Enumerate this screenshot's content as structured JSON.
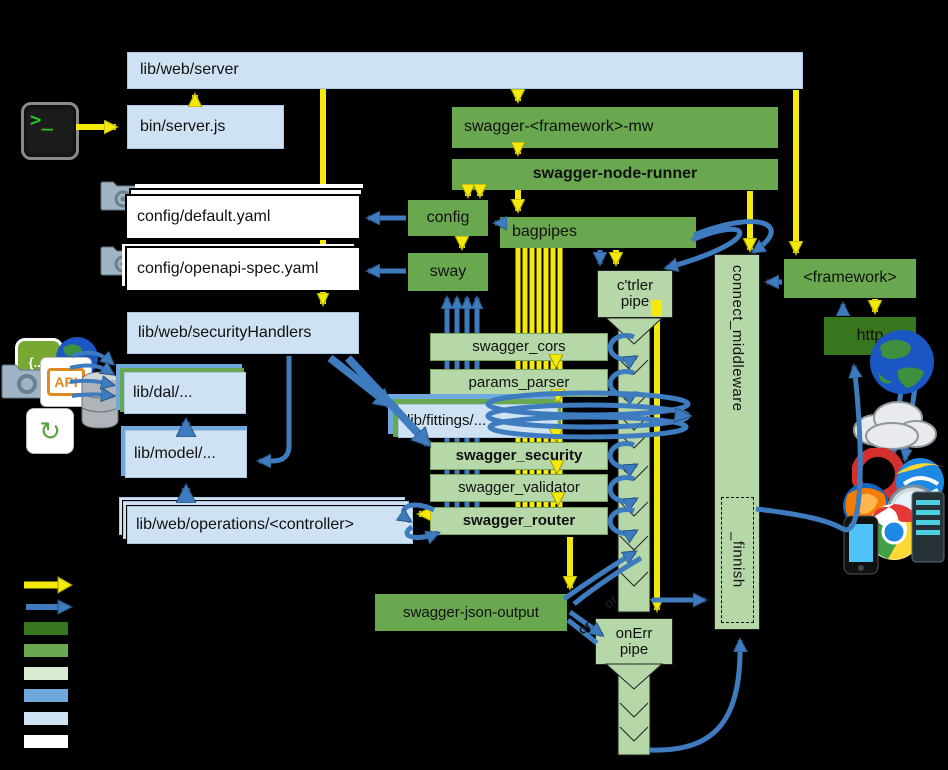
{
  "diagram": {
    "nodes": {
      "server": "lib/web/server",
      "bin": "bin/server.js",
      "config_default": "config/default.yaml",
      "config_openapi": "config/openapi-spec.yaml",
      "security_handlers": "lib/web/securityHandlers",
      "dal": "lib/dal/...",
      "model": "lib/model/...",
      "operations": "lib/web/operations/<controller>",
      "config": "config",
      "sway": "sway",
      "framework_mw": "swagger-<framework>-mw",
      "node_runner": "swagger-node-runner",
      "bagpipes": "bagpipes",
      "cors": "swagger_cors",
      "params_parser": "params_parser",
      "fittings": "lib/fittings/...",
      "security": "swagger_security",
      "validator": "swagger_validator",
      "router": "swagger_router",
      "json_output": "swagger-json-output",
      "ctrler_pipe_line1": "c'trler",
      "ctrler_pipe_line2": "pipe",
      "onerr_pipe_line1": "onErr",
      "onerr_pipe_line2": "pipe",
      "connect_middleware": "connect_middleware",
      "finnish": "_finnish",
      "framework": "<framework>",
      "http": "http"
    },
    "annotations": {
      "or1": "or",
      "or2": "or"
    },
    "icons": {
      "terminal_glyph": ">_",
      "api_badge_text": "API",
      "braces_badge_text": "{...}"
    },
    "colors": {
      "yellow_arrow": "#f3ea0b",
      "blue_arrow": "#3e7cbf",
      "dark_green": "#38761d",
      "medium_green": "#6aa84f",
      "pale_green_pipe": "#b6d7a8",
      "legend_pale_green": "#d9ead3",
      "medium_blue": "#6fa8dc",
      "pale_blue": "#cfe2f3",
      "white": "#ffffff"
    },
    "legend": {
      "swatches": [
        {
          "name": "dark-green",
          "color": "#38761d"
        },
        {
          "name": "medium-green",
          "color": "#6aa84f"
        },
        {
          "name": "pale-green",
          "color": "#d9ead3"
        },
        {
          "name": "medium-blue",
          "color": "#6fa8dc"
        },
        {
          "name": "pale-blue",
          "color": "#cfe2f3"
        },
        {
          "name": "white",
          "color": "#ffffff"
        }
      ]
    }
  }
}
